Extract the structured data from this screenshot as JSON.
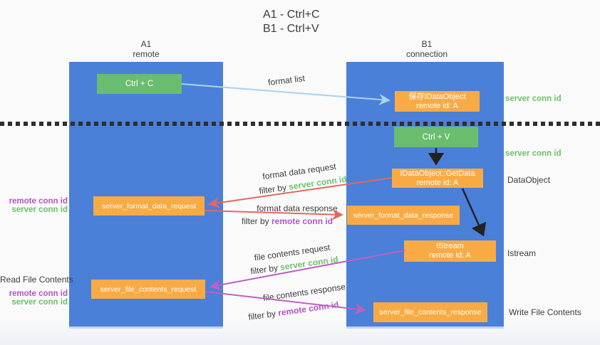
{
  "title": {
    "line1": "A1 - Ctrl+C",
    "line2": "B1 - Ctrl+V"
  },
  "lanes": {
    "left": {
      "name": "A1",
      "subtitle": "remote"
    },
    "right": {
      "name": "B1",
      "subtitle": "connection"
    }
  },
  "nodes": {
    "ctrl_c": "Ctrl + C",
    "ctrl_v": "Ctrl + V",
    "save_dataobject": {
      "line1": "保存IDataObject",
      "line2": "remote id: A"
    },
    "getdata": {
      "line1": "IDataObject::GetData",
      "line2": "remote id: A"
    },
    "istream": {
      "line1": "IStream",
      "line2": "remote id: A"
    },
    "format_data_request": "server_format_data_request",
    "format_data_response": "server_format_data_response",
    "file_contents_request": "server_file_contents_request",
    "file_contents_response": "server_file_contents_response"
  },
  "edge_labels": {
    "format_list": "format list",
    "format_data_request": "format data request",
    "format_data_response": "format data response",
    "file_contents_request": "file contents request",
    "file_contents_response": "file contents response",
    "filter_by": "filter by ",
    "server_conn_id": "server conn id",
    "remote_conn_id": "remote conn id"
  },
  "side_labels": {
    "server_conn_id": "server conn id",
    "remote_conn_id": "remote conn id",
    "dataobject": "DataObject",
    "istream": "Istream",
    "read_file_contents": "Read File Contents",
    "write_file_contents": "Write File Contents"
  },
  "colors": {
    "lane_blue": "#4a80d8",
    "node_green": "#6abd6e",
    "node_orange": "#f8ab44",
    "arrow_red": "#e2695e",
    "arrow_purple": "#c05fc3",
    "arrow_light_blue": "#aad2ee",
    "arrow_black": "#222222",
    "label_green": "#6cc06a",
    "label_purple": "#b553c9"
  }
}
